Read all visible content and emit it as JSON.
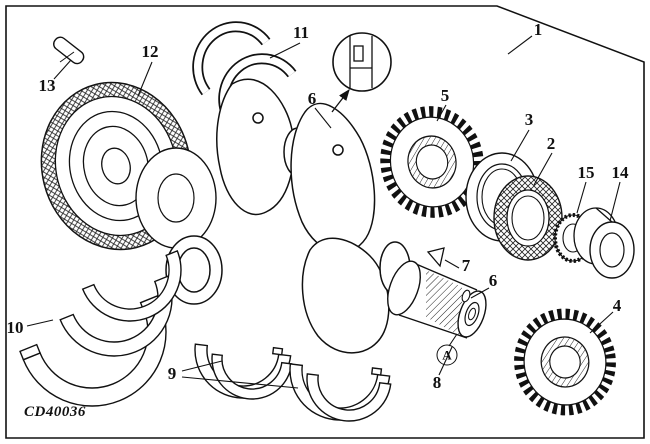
{
  "figure": {
    "drawing_code": "CD40036"
  },
  "callouts": [
    {
      "id": "callout-1",
      "text": "1"
    },
    {
      "id": "callout-12",
      "text": "12"
    },
    {
      "id": "callout-13",
      "text": "13"
    },
    {
      "id": "callout-11",
      "text": "11"
    },
    {
      "id": "callout-6-upper",
      "text": "6"
    },
    {
      "id": "callout-5",
      "text": "5"
    },
    {
      "id": "callout-3",
      "text": "3"
    },
    {
      "id": "callout-2",
      "text": "2"
    },
    {
      "id": "callout-15",
      "text": "15"
    },
    {
      "id": "callout-14",
      "text": "14"
    },
    {
      "id": "callout-6-lower",
      "text": "6"
    },
    {
      "id": "callout-7",
      "text": "7"
    },
    {
      "id": "callout-4",
      "text": "4"
    },
    {
      "id": "callout-8",
      "text": "8"
    },
    {
      "id": "callout-9",
      "text": "9"
    },
    {
      "id": "callout-10",
      "text": "10"
    },
    {
      "id": "callout-A",
      "text": "A"
    }
  ]
}
